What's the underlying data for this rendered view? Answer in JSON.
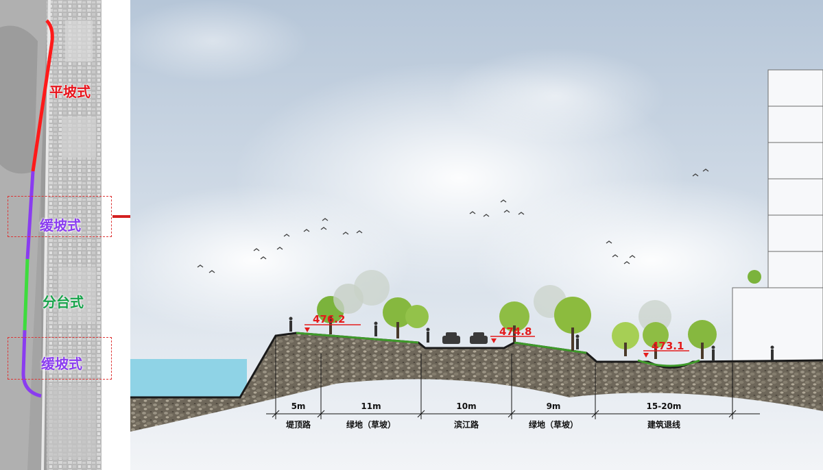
{
  "key_map": {
    "labels": [
      {
        "text": "平坡式",
        "color": "#e8141c"
      },
      {
        "text": "缓坡式",
        "color": "#8a3cf0"
      },
      {
        "text": "分台式",
        "color": "#16a34a"
      },
      {
        "text": "缓坡式",
        "color": "#8a3cf0"
      }
    ],
    "route_colors": {
      "flat": "#ff1a1a",
      "gentle": "#8a3cf0",
      "terrace": "#3ddc3d"
    },
    "highlight_color": "#d33333"
  },
  "section": {
    "elevations": [
      "476.2",
      "474.8",
      "473.1"
    ],
    "widths": [
      "5m",
      "11m",
      "10m",
      "9m",
      "15-20m"
    ],
    "zones": [
      "堤顶路",
      "绿地（草坡）",
      "滨江路",
      "绿地（草坡）",
      "建筑退线"
    ],
    "colors": {
      "water": "#8fd3e6",
      "soil": "#6b6355",
      "elevation_marker": "#e41b1b",
      "sky": "#c9d6e6"
    }
  }
}
